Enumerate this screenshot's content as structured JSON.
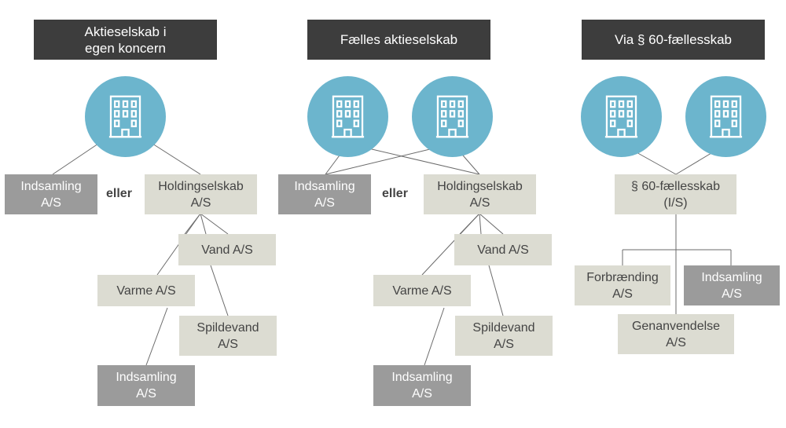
{
  "columns": [
    {
      "header": [
        "Aktieselskab i",
        "egen koncern"
      ],
      "boxes": {
        "indsamling_top": [
          "Indsamling",
          "A/S"
        ],
        "or": "eller",
        "holding": [
          "Holdingselskab",
          "A/S"
        ],
        "vand": [
          "Vand A/S"
        ],
        "varme": [
          "Varme A/S"
        ],
        "spildevand": [
          "Spildevand",
          "A/S"
        ],
        "indsamling_bottom": [
          "Indsamling",
          "A/S"
        ]
      }
    },
    {
      "header": [
        "Fælles aktieselskab"
      ],
      "boxes": {
        "indsamling_top": [
          "Indsamling",
          "A/S"
        ],
        "or": "eller",
        "holding": [
          "Holdingselskab",
          "A/S"
        ],
        "vand": [
          "Vand A/S"
        ],
        "varme": [
          "Varme A/S"
        ],
        "spildevand": [
          "Spildevand",
          "A/S"
        ],
        "indsamling_bottom": [
          "Indsamling",
          "A/S"
        ]
      }
    },
    {
      "header": [
        "Via § 60-fællesskab"
      ],
      "boxes": {
        "faellesskab": [
          "§ 60-fællesskab",
          "(I/S)"
        ],
        "forbraending": [
          "Forbrænding",
          "A/S"
        ],
        "indsamling": [
          "Indsamling",
          "A/S"
        ],
        "genanvendelse": [
          "Genanvendelse",
          "A/S"
        ]
      }
    }
  ],
  "colors": {
    "header_bg": "#3d3d3d",
    "circle": "#6cb5cd",
    "light_box": "#dcdcd2",
    "dark_box": "#9b9b9b",
    "connector": "#6b6b6b"
  },
  "icons": [
    "building-icon"
  ]
}
